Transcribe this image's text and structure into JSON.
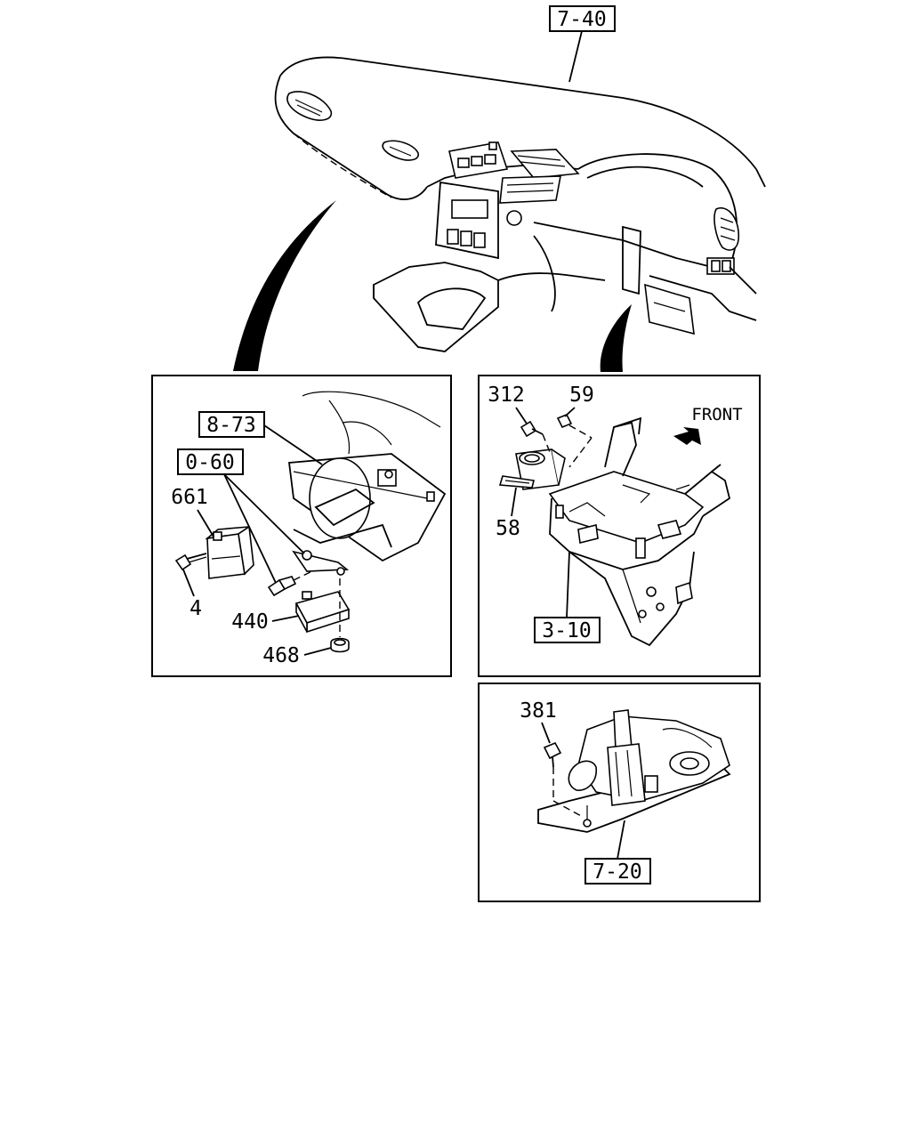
{
  "callouts": {
    "dashboard": "7-40",
    "bracket_left": "8-73",
    "bolt_ref": "0-60",
    "frame_ref": "3-10",
    "shifter_ref": "7-20"
  },
  "part_numbers": {
    "p661": "661",
    "p4": "4",
    "p440": "440",
    "p468": "468",
    "p312": "312",
    "p59": "59",
    "p58": "58",
    "p381": "381"
  },
  "direction_label": "FRONT"
}
